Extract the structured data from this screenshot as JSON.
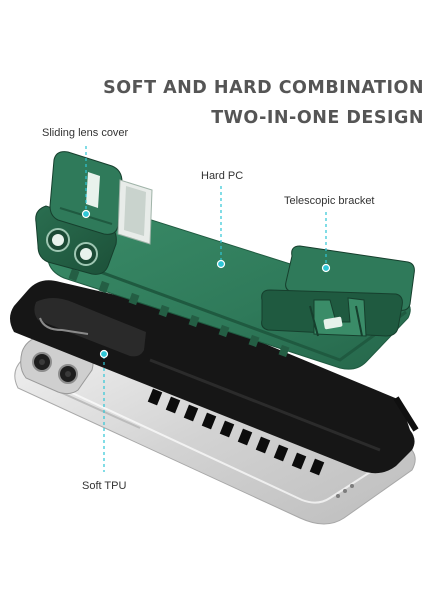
{
  "headline": {
    "line1": "SOFT AND HARD COMBINATION",
    "line2": "TWO-IN-ONE DESIGN"
  },
  "callouts": {
    "sliding_lens_cover": "Sliding lens cover",
    "hard_pc": "Hard PC",
    "telescopic_bracket": "Telescopic bracket",
    "soft_tpu": "Soft TPU"
  },
  "colors": {
    "case_green": "#2f7a5a",
    "case_green_dark": "#1f5a40",
    "tpu_black": "#161616",
    "phone_silver": "#d9d9d9",
    "guide_cyan": "#2ec6d6",
    "heading_gray": "#555555"
  },
  "icons": [
    "camera-lens-icon"
  ]
}
